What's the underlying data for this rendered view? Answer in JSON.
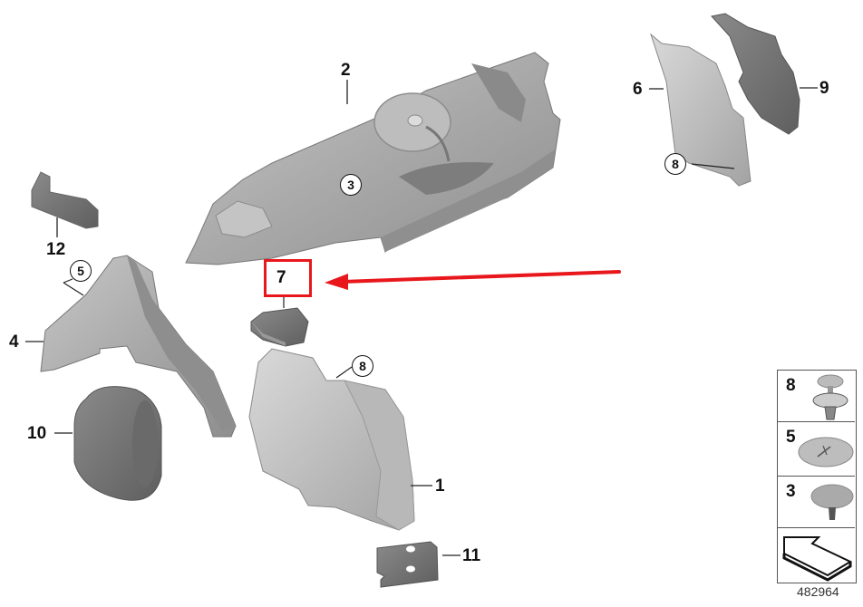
{
  "diagram": {
    "type": "exploded parts diagram",
    "id_number": "482964",
    "highlight_color": "#e8171c",
    "part_color": "#9c9c9c",
    "callouts": [
      {
        "label": "1"
      },
      {
        "label": "2"
      },
      {
        "label": "4"
      },
      {
        "label": "6"
      },
      {
        "label": "7"
      },
      {
        "label": "9"
      },
      {
        "label": "10"
      },
      {
        "label": "11"
      },
      {
        "label": "12"
      }
    ],
    "circled_callouts": [
      {
        "label": "3"
      },
      {
        "label": "5"
      },
      {
        "label": "8"
      },
      {
        "label": "8"
      }
    ],
    "highlighted_part": "7",
    "legend": [
      {
        "label": "8",
        "icon": "push-rivet-clip"
      },
      {
        "label": "5",
        "icon": "flat-dome-cap"
      },
      {
        "label": "3",
        "icon": "button-clip"
      },
      {
        "label": "",
        "icon": "arrow-direction-symbol"
      }
    ]
  }
}
